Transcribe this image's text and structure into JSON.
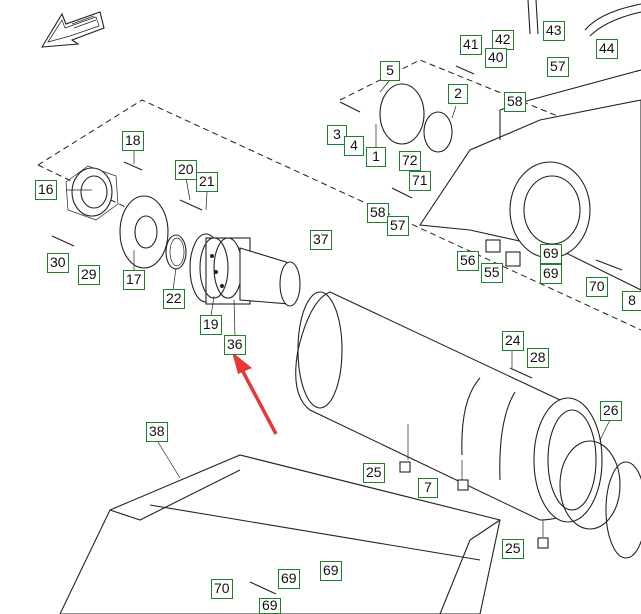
{
  "colors": {
    "callout_border": "#1e7f2d",
    "arrow": "#e53935",
    "line": "#222222"
  },
  "icons": {
    "orientation": "direction-arrow-icon",
    "pointer": "red-pointer-arrow"
  },
  "labels": [
    {
      "text": "41",
      "part": "bolt"
    },
    {
      "text": "42",
      "part": "fitting"
    },
    {
      "text": "43",
      "part": "fitting"
    },
    {
      "text": "44",
      "part": "fitting"
    },
    {
      "text": "40",
      "part": "cap"
    },
    {
      "text": "57",
      "part": "washer"
    },
    {
      "text": "58",
      "part": "bolt"
    },
    {
      "text": "5",
      "part": "nut"
    },
    {
      "text": "2",
      "part": "o-ring"
    },
    {
      "text": "3",
      "part": "bolt"
    },
    {
      "text": "4",
      "part": "washer"
    },
    {
      "text": "1",
      "part": "cover"
    },
    {
      "text": "18",
      "part": "bolt"
    },
    {
      "text": "16",
      "part": "bearing"
    },
    {
      "text": "20",
      "part": "bolt"
    },
    {
      "text": "21",
      "part": "washer"
    },
    {
      "text": "72",
      "part": "bolt"
    },
    {
      "text": "71",
      "part": "washer"
    },
    {
      "text": "58",
      "part": "bolt"
    },
    {
      "text": "57",
      "part": "washer"
    },
    {
      "text": "37",
      "part": "fitting"
    },
    {
      "text": "30",
      "part": "bolt"
    },
    {
      "text": "29",
      "part": "bracket"
    },
    {
      "text": "17",
      "part": "plate"
    },
    {
      "text": "22",
      "part": "o-ring"
    },
    {
      "text": "19",
      "part": "gear motor"
    },
    {
      "text": "36",
      "part": "drum housing"
    },
    {
      "text": "56",
      "part": "bushing"
    },
    {
      "text": "55",
      "part": "block"
    },
    {
      "text": "69",
      "part": "chain link"
    },
    {
      "text": "69",
      "part": "chain link"
    },
    {
      "text": "70",
      "part": "bolt"
    },
    {
      "text": "8",
      "part": "spring"
    },
    {
      "text": "24",
      "part": "bolt"
    },
    {
      "text": "28",
      "part": "washer"
    },
    {
      "text": "26",
      "part": "seal ring"
    },
    {
      "text": "38",
      "part": "frame"
    },
    {
      "text": "25",
      "part": "plug"
    },
    {
      "text": "7",
      "part": "plug"
    },
    {
      "text": "25",
      "part": "plug"
    },
    {
      "text": "70",
      "part": "bolt"
    },
    {
      "text": "69",
      "part": "chain link"
    },
    {
      "text": "69",
      "part": "chain link"
    },
    {
      "text": "69",
      "part": "chain link"
    }
  ]
}
